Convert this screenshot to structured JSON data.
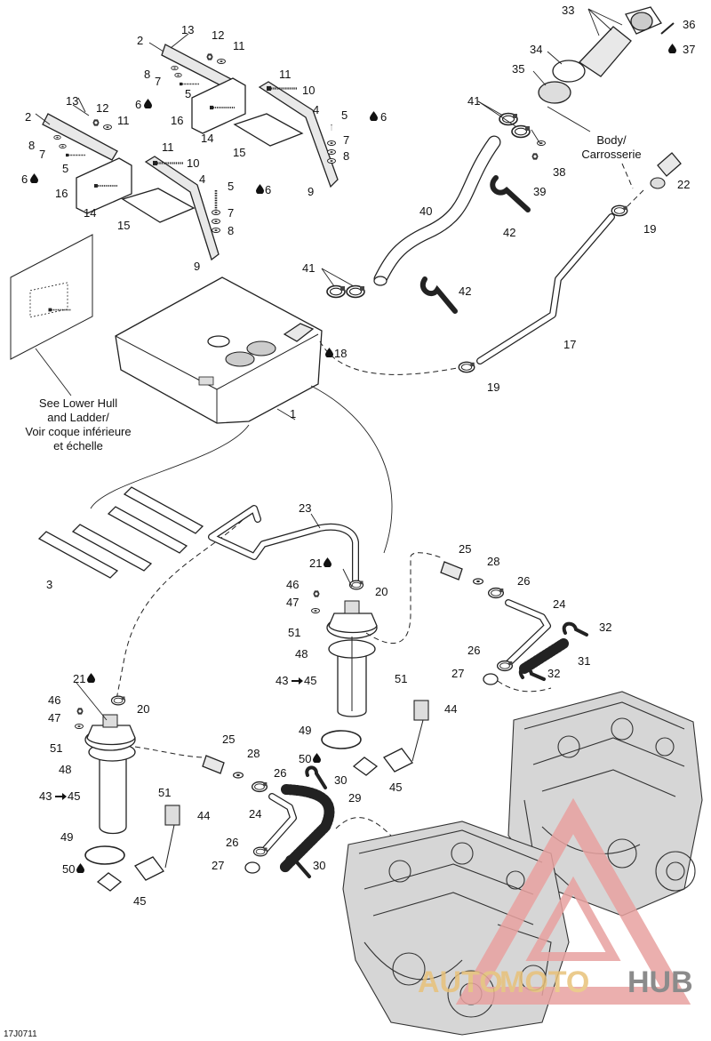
{
  "diagram": {
    "drawing_code": "17J0711",
    "notes": {
      "lower_hull_en_1": "See Lower Hull",
      "lower_hull_en_2": "and Ladder/",
      "lower_hull_fr_1": "Voir coque inférieure",
      "lower_hull_fr_2": "et échelle",
      "body_1": "Body/",
      "body_2": "Carrosserie"
    },
    "watermark": {
      "text_a": "AUTO",
      "text_b": "MOTO",
      "text_c": "HUB",
      "color_red": "#e8a2a0",
      "color_gold": "#e8c27a",
      "color_grey": "#777777"
    },
    "callouts": {
      "c1": "1",
      "c2a": "2",
      "c2b": "2",
      "c3": "3",
      "c4a": "4",
      "c4b": "4",
      "c5a": "5",
      "c5b": "5",
      "c5c": "5",
      "c5d": "5",
      "c6a": "6",
      "c6b": "6",
      "c6c": "6",
      "c6d": "6",
      "c7a": "7",
      "c7b": "7",
      "c7c": "7",
      "c7d": "7",
      "c8a": "8",
      "c8b": "8",
      "c8c": "8",
      "c8d": "8",
      "c9a": "9",
      "c9b": "9",
      "c10a": "10",
      "c10b": "10",
      "c11a": "11",
      "c11b": "11",
      "c11c": "11",
      "c11d": "11",
      "c12a": "12",
      "c12b": "12",
      "c13a": "13",
      "c13b": "13",
      "c14a": "14",
      "c14b": "14",
      "c15a": "15",
      "c15b": "15",
      "c16a": "16",
      "c16b": "16",
      "c17": "17",
      "c18": "18",
      "c19a": "19",
      "c19b": "19",
      "c20a": "20",
      "c20b": "20",
      "c21a": "21",
      "c21b": "21",
      "c22": "22",
      "c23": "23",
      "c24a": "24",
      "c24b": "24",
      "c25a": "25",
      "c25b": "25",
      "c26a": "26",
      "c26b": "26",
      "c26c": "26",
      "c26d": "26",
      "c27a": "27",
      "c27b": "27",
      "c28a": "28",
      "c28b": "28",
      "c29": "29",
      "c30a": "30",
      "c30b": "30",
      "c31": "31",
      "c32a": "32",
      "c32b": "32",
      "c33": "33",
      "c34": "34",
      "c35": "35",
      "c36": "36",
      "c37": "37",
      "c38": "38",
      "c39": "39",
      "c40": "40",
      "c41a": "41",
      "c41b": "41",
      "c42a": "42",
      "c42b": "42",
      "c43a": "43",
      "c43b": "43",
      "c45a": "45",
      "c45b": "45",
      "c44a": "44",
      "c44b": "44",
      "c45c": "45",
      "c45d": "45",
      "c46a": "46",
      "c46b": "46",
      "c47a": "47",
      "c47b": "47",
      "c48a": "48",
      "c48b": "48",
      "c49a": "49",
      "c49b": "49",
      "c50a": "50",
      "c50b": "50",
      "c51a": "51",
      "c51b": "51",
      "c51c": "51",
      "c51d": "51"
    }
  }
}
